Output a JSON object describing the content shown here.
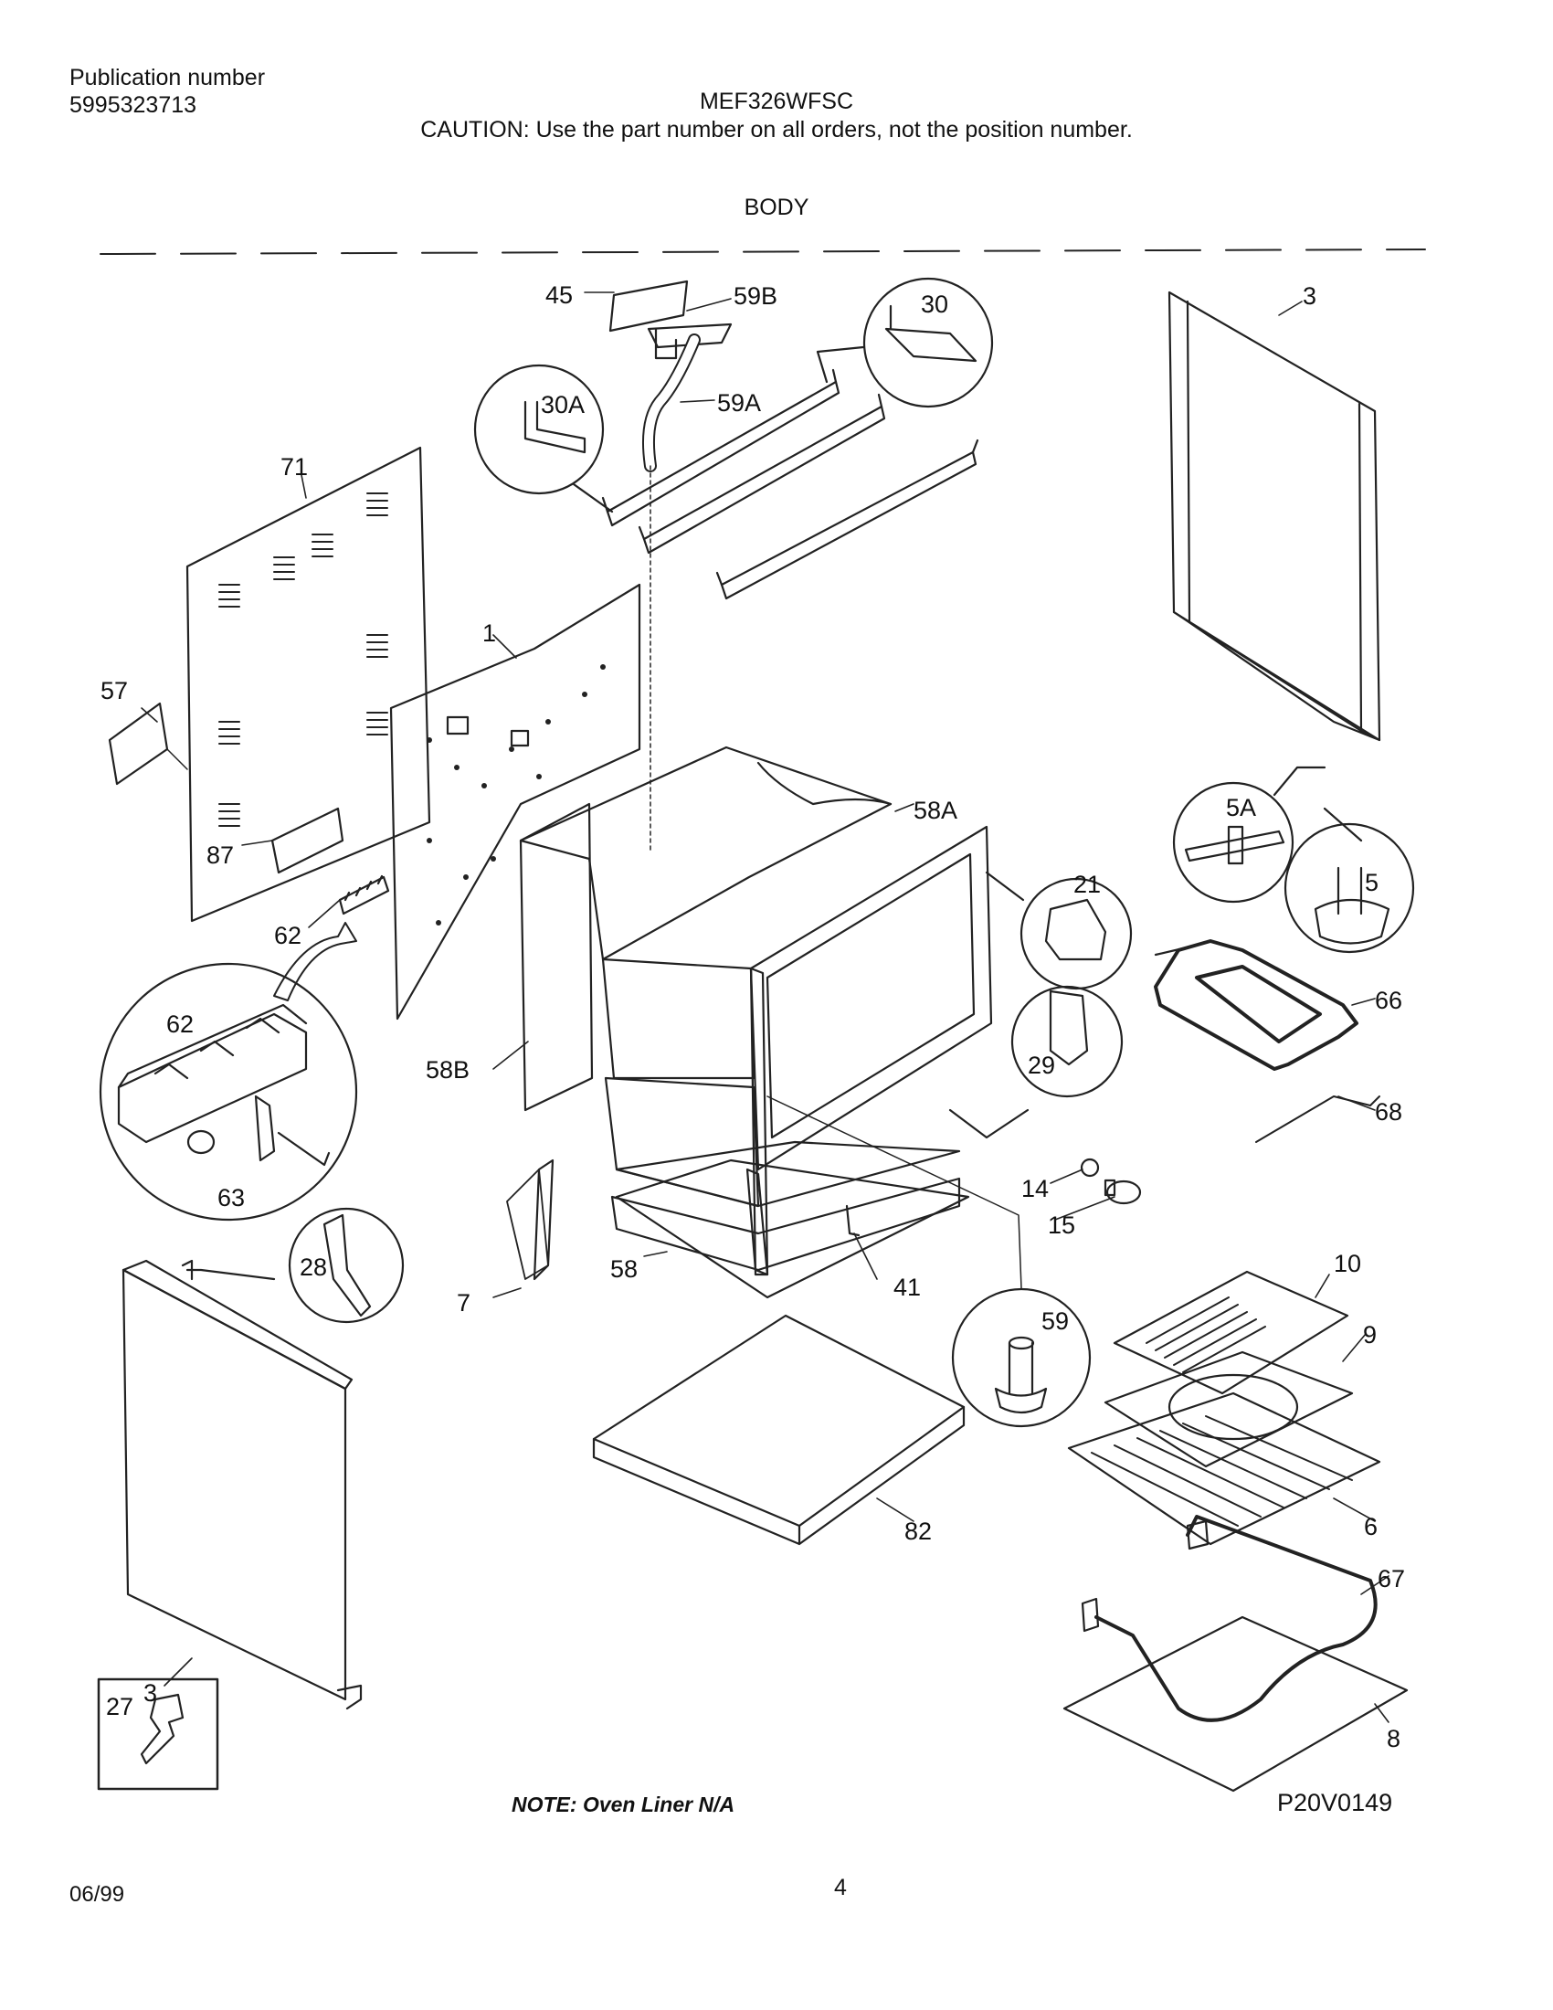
{
  "header": {
    "publication_label": "Publication number",
    "publication_number": "5995323713",
    "model": "MEF326WFSC",
    "caution": "CAUTION:  Use the part number on all orders, not the position number.",
    "section": "BODY"
  },
  "callouts": {
    "c45": "45",
    "c59B": "59B",
    "c30": "30",
    "c30A": "30A",
    "c59A": "59A",
    "c3_top": "3",
    "c71": "71",
    "c1": "1",
    "c57": "57",
    "c58A": "58A",
    "c5A": "5A",
    "c5": "5",
    "c87": "87",
    "c21": "21",
    "c62": "62",
    "c62_detail": "62",
    "c66": "66",
    "c58B": "58B",
    "c29": "29",
    "c68": "68",
    "c63": "63",
    "c14": "14",
    "c15": "15",
    "c28": "28",
    "c58": "58",
    "c41": "41",
    "c10": "10",
    "c7": "7",
    "c59": "59",
    "c9": "9",
    "c82": "82",
    "c6": "6",
    "c67": "67",
    "c3_bottom": "3",
    "c8": "8",
    "c27": "27"
  },
  "footer": {
    "note": "NOTE:  Oven Liner N/A",
    "drawing_code": "P20V0149",
    "date": "06/99",
    "page": "4"
  }
}
